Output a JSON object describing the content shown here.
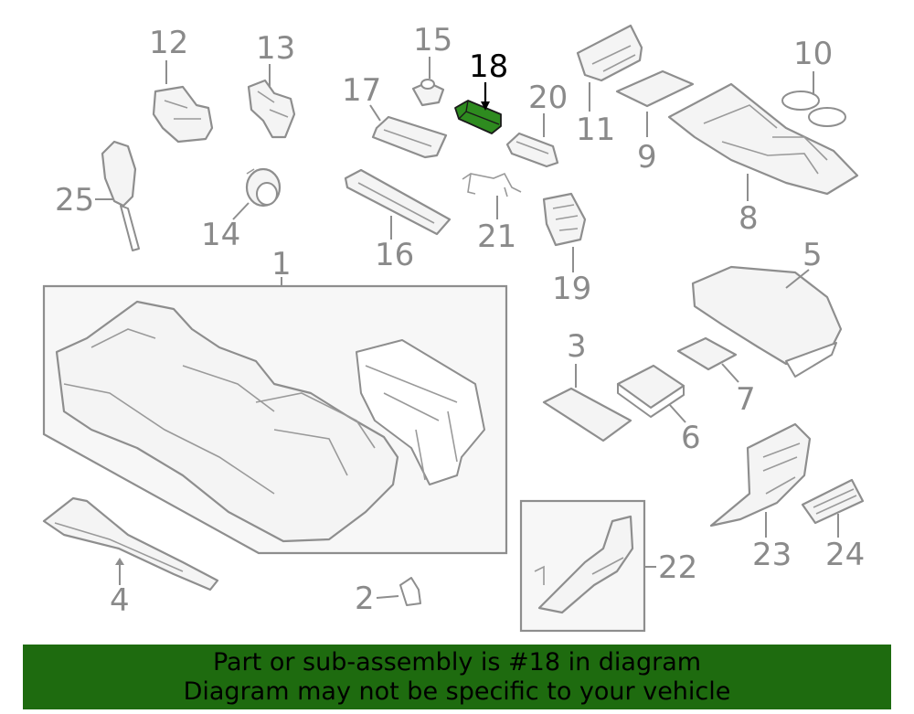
{
  "highlight_part": "18",
  "highlight_color": "#2e8b1f",
  "banner_color": "#1e6b0f",
  "callouts": [
    "1",
    "2",
    "3",
    "4",
    "5",
    "6",
    "7",
    "8",
    "9",
    "10",
    "11",
    "12",
    "13",
    "14",
    "15",
    "16",
    "17",
    "18",
    "19",
    "20",
    "21",
    "22",
    "23",
    "24",
    "25"
  ],
  "banner": {
    "line1": "Part or sub-assembly is #18 in diagram",
    "line2": "Diagram may not be specific to your vehicle"
  }
}
